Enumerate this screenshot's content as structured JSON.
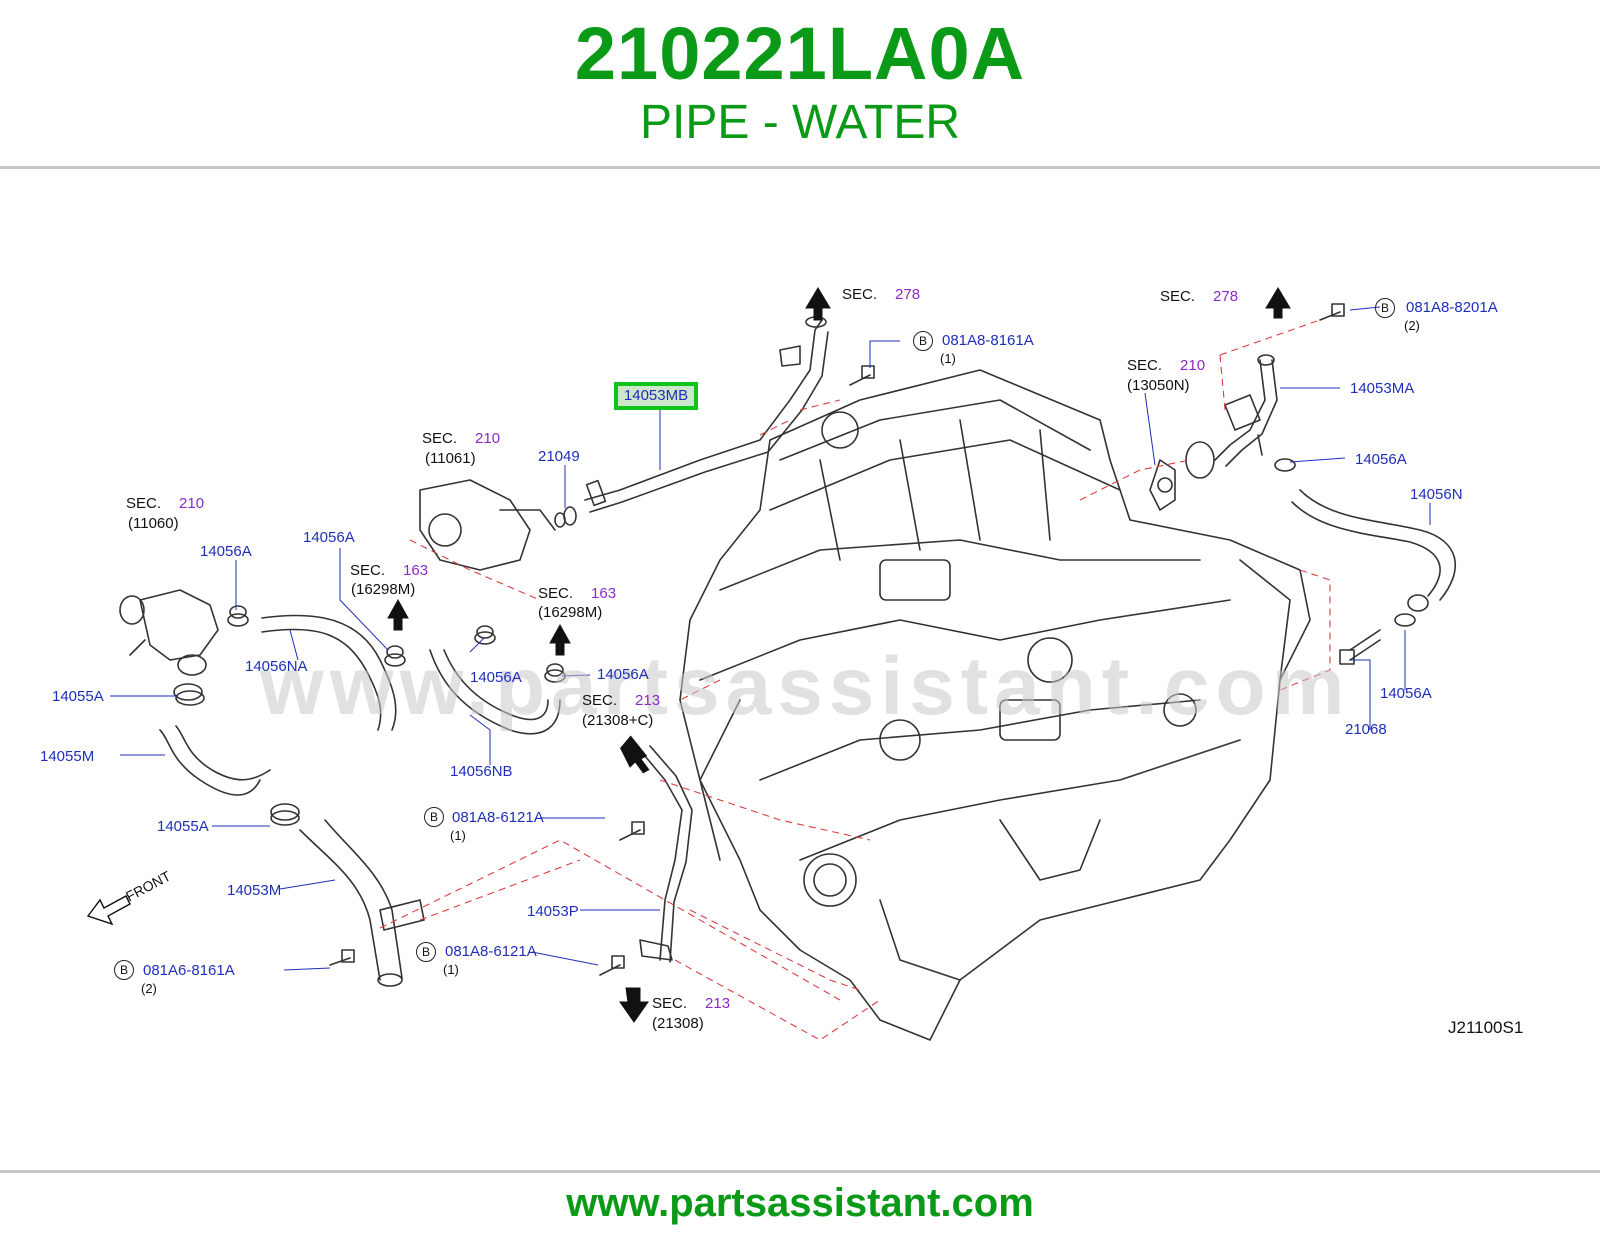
{
  "header": {
    "part_number": "210221LA0A",
    "part_name": "PIPE - WATER"
  },
  "footer": {
    "url": "www.partsassistant.com"
  },
  "diagram": {
    "watermark": "www.partsassistant.com",
    "code": "J21100S1",
    "front_label": "FRONT",
    "highlighted_part": "14053MB",
    "parts": {
      "p14053MA": "14053MA",
      "p14056A_1": "14056A",
      "p14056N": "14056N",
      "p14056A_2": "14056A",
      "p21068": "21068",
      "p21049": "21049",
      "p14056A_3": "14056A",
      "p14056A_4": "14056A",
      "p14056NA": "14056NA",
      "p14056A_5": "14056A",
      "p14056A_6": "14056A",
      "p14056NB": "14056NB",
      "p14055A_1": "14055A",
      "p14055M": "14055M",
      "p14055A_2": "14055A",
      "p14053M": "14053M",
      "p14053P": "14053P"
    },
    "bolts": {
      "b1": {
        "marker": "B",
        "number": "081A8-8161A",
        "qty": "(1)"
      },
      "b2": {
        "marker": "B",
        "number": "081A8-8201A",
        "qty": "(2)"
      },
      "b3": {
        "marker": "B",
        "number": "081A8-6121A",
        "qty": "(1)"
      },
      "b4": {
        "marker": "B",
        "number": "081A8-6121A",
        "qty": "(1)"
      },
      "b5": {
        "marker": "B",
        "number": "081A6-8161A",
        "qty": "(2)"
      }
    },
    "sections": {
      "s278a": {
        "label": "SEC.",
        "num": "278"
      },
      "s278b": {
        "label": "SEC.",
        "num": "278"
      },
      "s210a": {
        "label": "SEC.",
        "num": "210",
        "ref": "(13050N)"
      },
      "s210b": {
        "label": "SEC.",
        "num": "210",
        "ref": "(11061)"
      },
      "s210c": {
        "label": "SEC.",
        "num": "210",
        "ref": "(11060)"
      },
      "s163a": {
        "label": "SEC.",
        "num": "163",
        "ref": "(16298M)"
      },
      "s163b": {
        "label": "SEC.",
        "num": "163",
        "ref": "(16298M)"
      },
      "s213a": {
        "label": "SEC.",
        "num": "213",
        "ref": "(21308+C)"
      },
      "s213b": {
        "label": "SEC.",
        "num": "213",
        "ref": "(21308)"
      }
    }
  }
}
